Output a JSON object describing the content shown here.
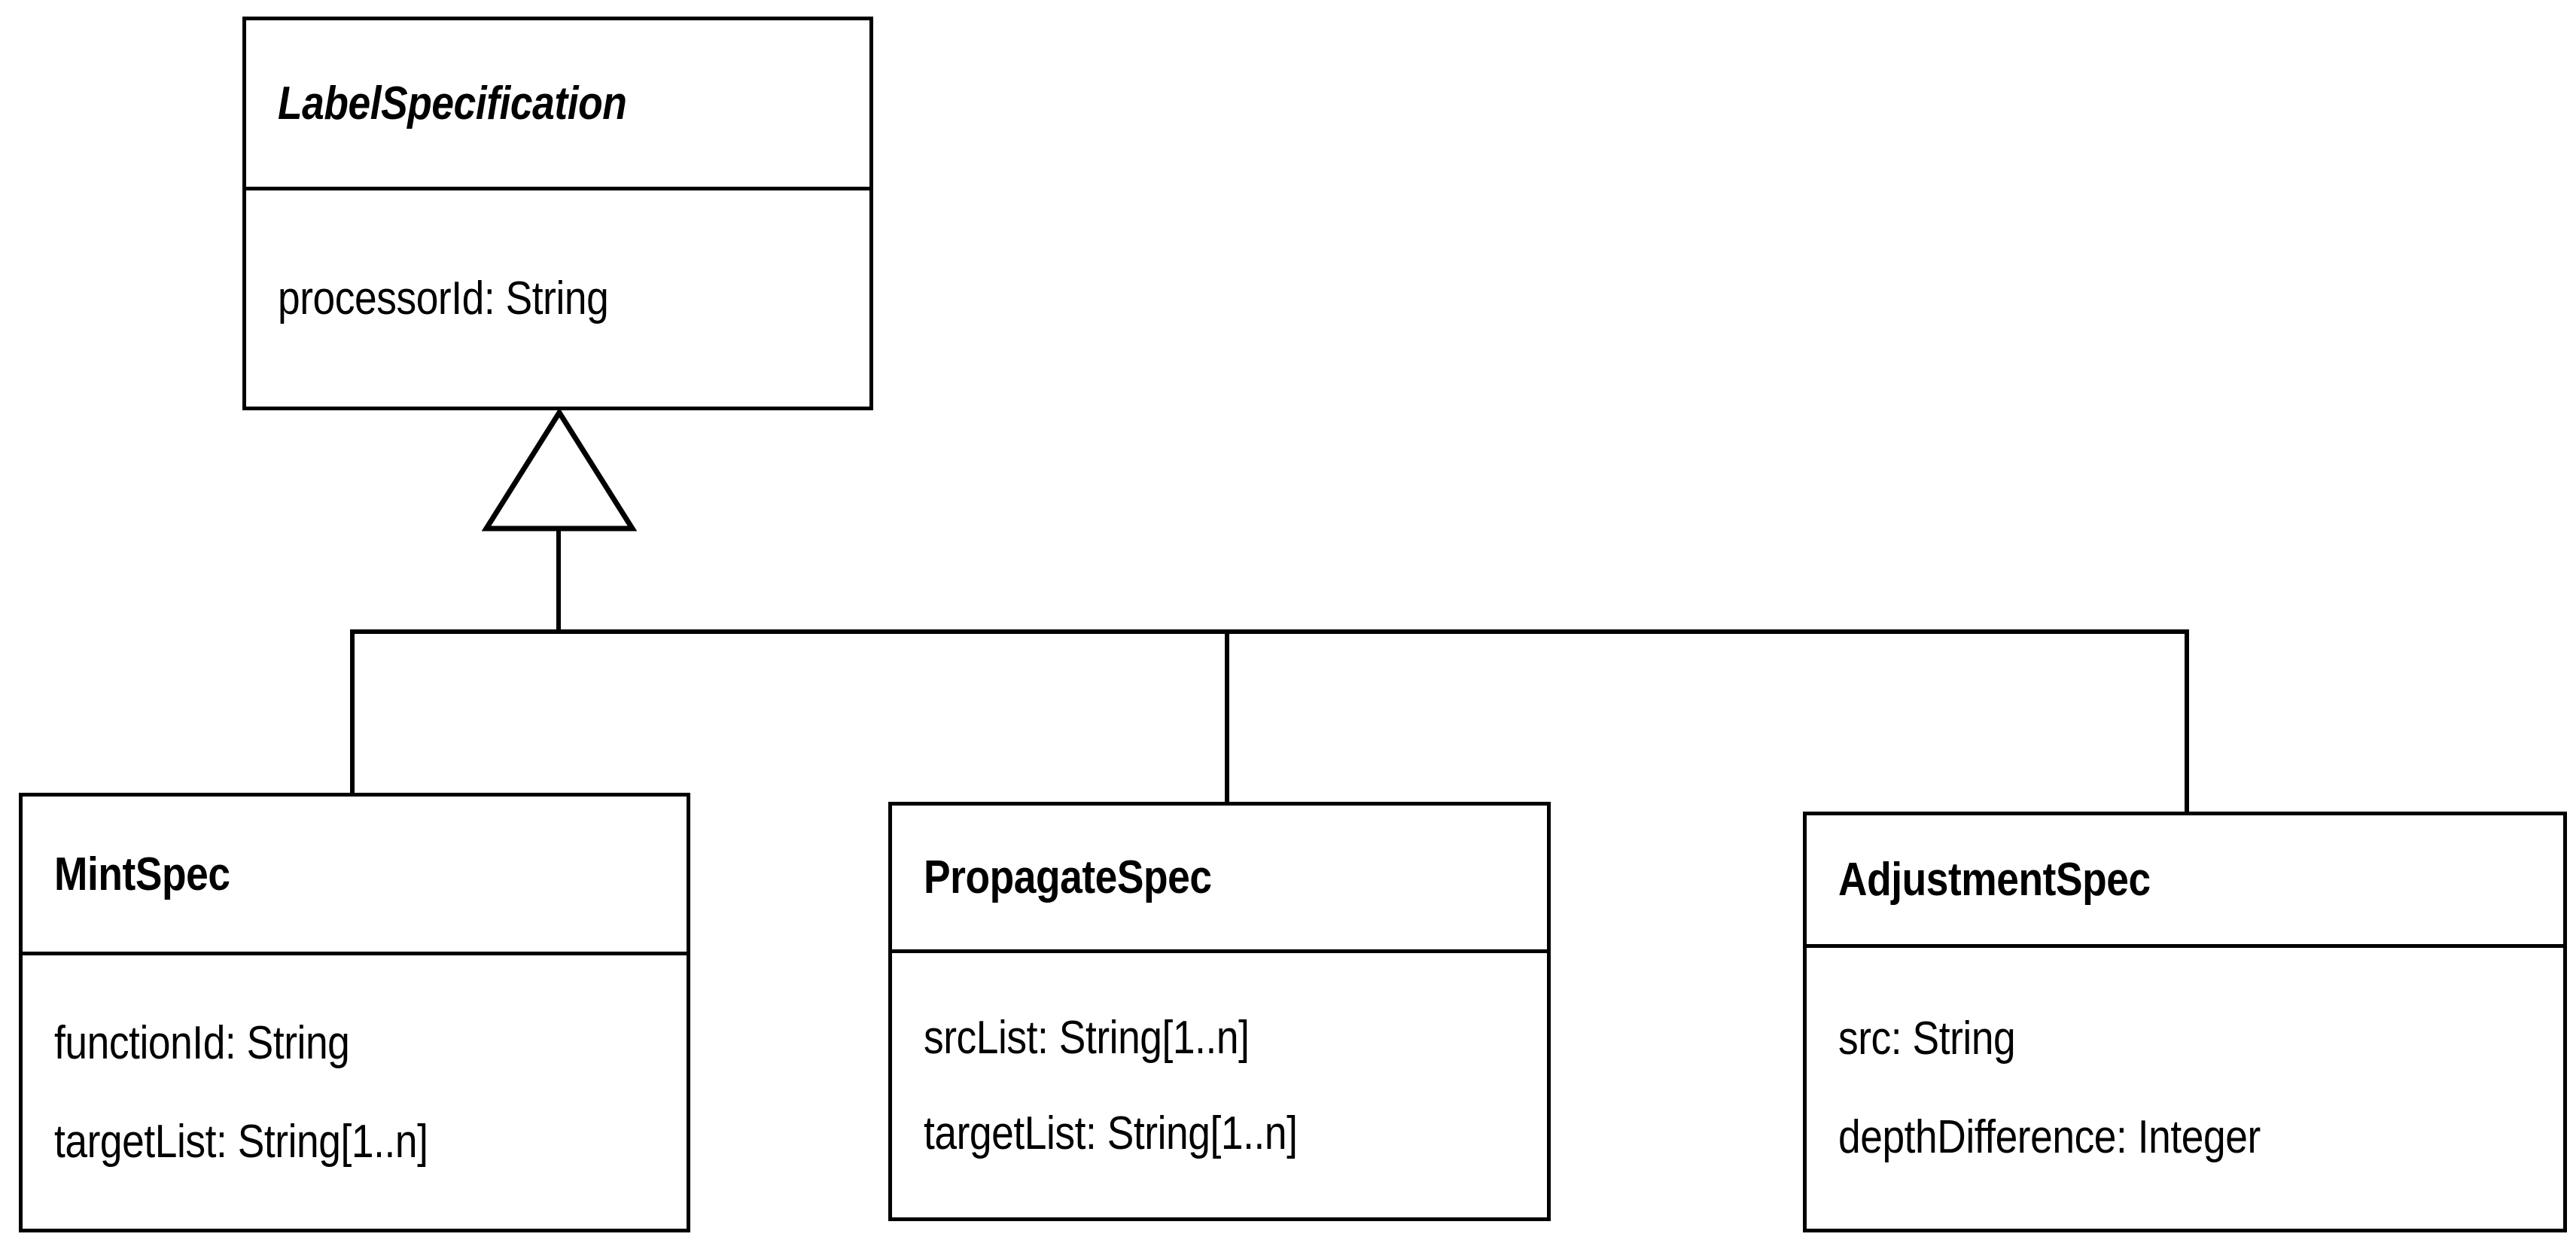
{
  "diagram": {
    "type": "uml-class-diagram",
    "notation": "UML generalization (inheritance)",
    "background_color": "#ffffff",
    "line_color": "#000000",
    "text_color": "#000000"
  },
  "classes": {
    "parent": {
      "name": "LabelSpecification",
      "is_abstract": true,
      "attributes": [
        "processorId: String"
      ]
    },
    "children": [
      {
        "name": "MintSpec",
        "is_abstract": false,
        "attributes": [
          "functionId: String",
          "targetList: String[1..n]"
        ]
      },
      {
        "name": "PropagateSpec",
        "is_abstract": false,
        "attributes": [
          "srcList: String[1..n]",
          "targetList: String[1..n]"
        ]
      },
      {
        "name": "AdjustmentSpec",
        "is_abstract": false,
        "attributes": [
          "src: String",
          "depthDifference: Integer"
        ]
      }
    ]
  },
  "relationships": [
    {
      "kind": "generalization",
      "from": "MintSpec",
      "to": "LabelSpecification"
    },
    {
      "kind": "generalization",
      "from": "PropagateSpec",
      "to": "LabelSpecification"
    },
    {
      "kind": "generalization",
      "from": "AdjustmentSpec",
      "to": "LabelSpecification"
    }
  ]
}
